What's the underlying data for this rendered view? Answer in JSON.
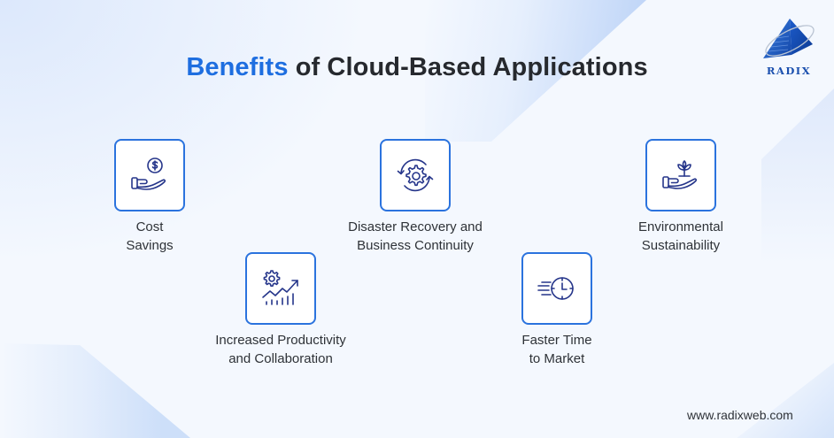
{
  "title": {
    "accent": "Benefits",
    "rest": " of Cloud-Based Applications"
  },
  "logo": {
    "text": "RADIX",
    "icon": "pyramid-logo-icon"
  },
  "benefits": [
    {
      "icon": "hand-dollar-icon",
      "line1": "Cost",
      "line2": "Savings"
    },
    {
      "icon": "gear-sync-icon",
      "line1": "Disaster Recovery and",
      "line2": "Business Continuity"
    },
    {
      "icon": "hand-plant-icon",
      "line1": "Environmental",
      "line2": "Sustainability"
    },
    {
      "icon": "gear-growth-chart-icon",
      "line1": "Increased Productivity",
      "line2": "and Collaboration"
    },
    {
      "icon": "fast-clock-icon",
      "line1": "Faster Time",
      "line2": "to Market"
    }
  ],
  "footer": {
    "url": "www.radixweb.com"
  },
  "colors": {
    "accent": "#1e6ee0",
    "card_border": "#2b73de",
    "icon_stroke": "#25358a",
    "text": "#2e3237",
    "background": "#f4f8fe"
  }
}
